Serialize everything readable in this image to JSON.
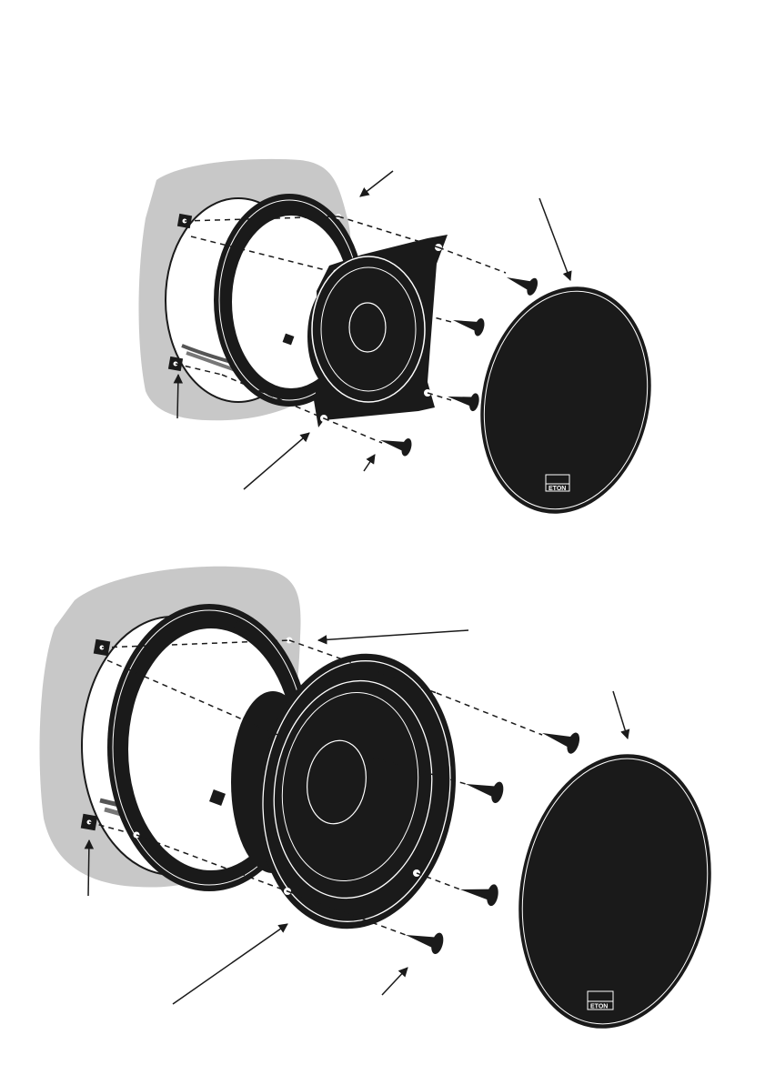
{
  "diagrams": [
    {
      "id": "small-speaker-install",
      "brand_logo_text": "ETON",
      "parts": [
        "door-panel",
        "mounting-ring",
        "speaker-driver",
        "screws",
        "grille-cover",
        "wiring-connectors"
      ]
    },
    {
      "id": "large-speaker-install",
      "brand_logo_text": "ETON",
      "parts": [
        "door-panel",
        "mounting-ring",
        "speaker-driver",
        "screws",
        "grille-cover",
        "wiring-connectors"
      ]
    }
  ],
  "colors": {
    "ink": "#1a1a1a",
    "panel": "#c8c8c8",
    "white": "#ffffff"
  }
}
